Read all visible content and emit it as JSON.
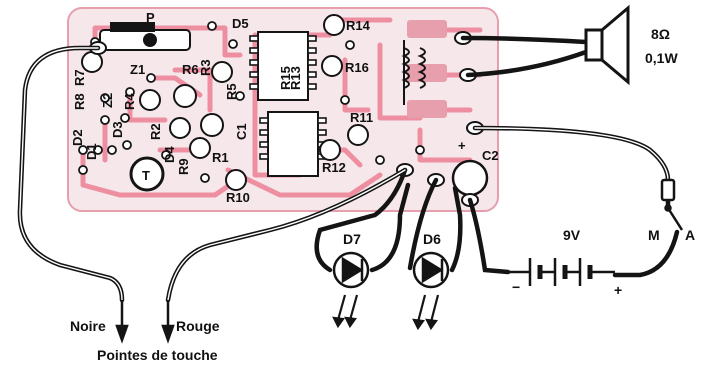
{
  "colors": {
    "board": "#f6e8ea",
    "board_outline": "#e79fae",
    "trace": "#ee8fa1",
    "ink": "#141414"
  },
  "icons": [
    "speaker-icon",
    "battery-icon",
    "led-icon",
    "switch-icon",
    "probe-arrow-icon"
  ],
  "labels": {
    "potentiometer": "P",
    "transistor": "T",
    "speaker_impedance": "8Ω",
    "speaker_power": "0,1W",
    "battery": "9V",
    "switch_m": "M",
    "switch_a": "A",
    "battery_minus": "−",
    "battery_plus": "+",
    "cap_plus": "+",
    "probe_black": "Noire",
    "probe_red": "Rouge",
    "probes_caption": "Pointes de touche"
  },
  "components": {
    "D5": "D5",
    "R14": "R14",
    "R16": "R16",
    "R11": "R11",
    "R12": "R12",
    "R10": "R10",
    "C2": "C2",
    "D7": "D7",
    "D6": "D6",
    "Z1": "Z1",
    "R6": "R6",
    "R3": "R3",
    "R5": "R5",
    "R4": "R4",
    "R7": "R7",
    "R8": "R8",
    "Z2": "Z2",
    "D3": "D3",
    "D2": "D2",
    "D1": "D1",
    "R2": "R2",
    "R9": "R9",
    "D4": "D4",
    "R1": "R1",
    "C1": "C1",
    "IC1": "R15",
    "IC2": "R13"
  }
}
